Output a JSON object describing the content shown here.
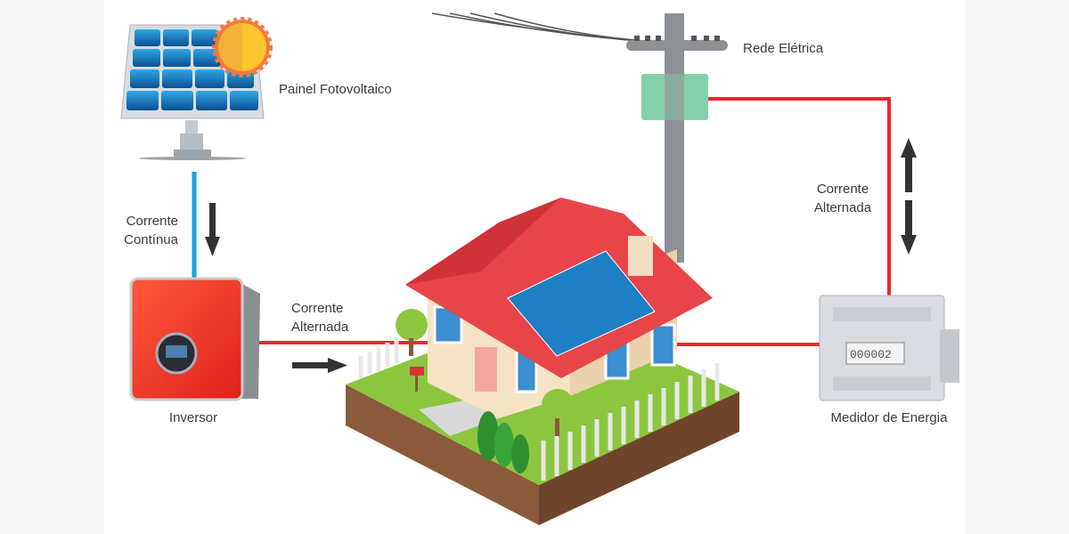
{
  "labels": {
    "panel": "Painel Fotovoltaico",
    "dc_current": [
      "Corrente",
      "Contínua"
    ],
    "inverter": "Inversor",
    "ac_current_inverter": [
      "Corrente",
      "Alternada"
    ],
    "grid": "Rede Elétrica",
    "ac_current_grid": [
      "Corrente",
      "Alternada"
    ],
    "meter": "Medidor de Energia"
  },
  "colors": {
    "dc_line": "#1aa3e0",
    "ac_line": "#f0262e",
    "arrow": "#333333",
    "text": "#3a3a3a"
  },
  "icons": [
    "solar-panel-icon",
    "sun-icon",
    "inverter-icon",
    "utility-pole-icon",
    "transformer-icon",
    "energy-meter-icon",
    "house-icon"
  ]
}
